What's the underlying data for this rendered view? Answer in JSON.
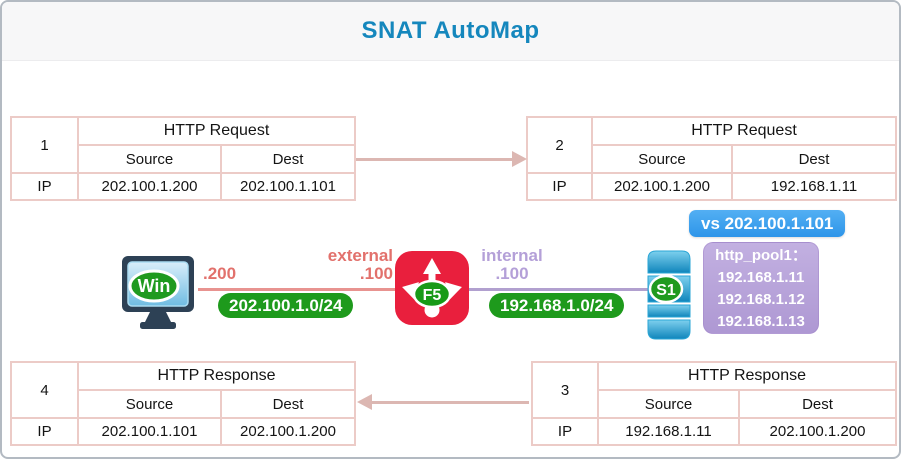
{
  "title": "SNAT AutoMap",
  "tables": {
    "t1": {
      "num": "1",
      "title": "HTTP Request",
      "col_source": "Source",
      "col_dest": "Dest",
      "row_label": "IP",
      "source": "202.100.1.200",
      "dest": "202.100.1.101"
    },
    "t2": {
      "num": "2",
      "title": "HTTP Request",
      "col_source": "Source",
      "col_dest": "Dest",
      "row_label": "IP",
      "source": "202.100.1.200",
      "dest": "192.168.1.11"
    },
    "t3": {
      "num": "3",
      "title": "HTTP Response",
      "col_source": "Source",
      "col_dest": "Dest",
      "row_label": "IP",
      "source": "192.168.1.11",
      "dest": "202.100.1.200"
    },
    "t4": {
      "num": "4",
      "title": "HTTP Response",
      "col_source": "Source",
      "col_dest": "Dest",
      "row_label": "IP",
      "source": "202.100.1.101",
      "dest": "202.100.1.200"
    }
  },
  "diagram": {
    "client": {
      "label": "Win",
      "interface_ip": ".200",
      "network": "202.100.1.0/24",
      "icon": "desktop-monitor-icon"
    },
    "f5": {
      "label": "F5",
      "external_label": "external",
      "external_ip": ".100",
      "internal_label": "internal",
      "internal_ip": ".100",
      "internal_network": "192.168.1.0/24",
      "icon": "f5-load-balancer-icon"
    },
    "server": {
      "label": "S1",
      "icon": "server-stack-icon"
    },
    "vs_badge": "vs 202.100.1.101",
    "pool": {
      "title": "http_pool1：",
      "members": [
        "192.168.1.11",
        "192.168.1.12",
        "192.168.1.13"
      ]
    }
  },
  "colors": {
    "title_blue": "#1587bd",
    "table_border_pink": "#eccbc7",
    "arrow_pink": "#dcb7b2",
    "external_red": "#e2716c",
    "internal_purple": "#b4a0d8",
    "network_green": "#1e9a1c",
    "f5_red": "#e91f3d",
    "vs_blue": "#3aa1f0",
    "pool_purple": "#b4a0d8",
    "server_blue": "#1592c8",
    "monitor_slate": "#2d4155"
  }
}
